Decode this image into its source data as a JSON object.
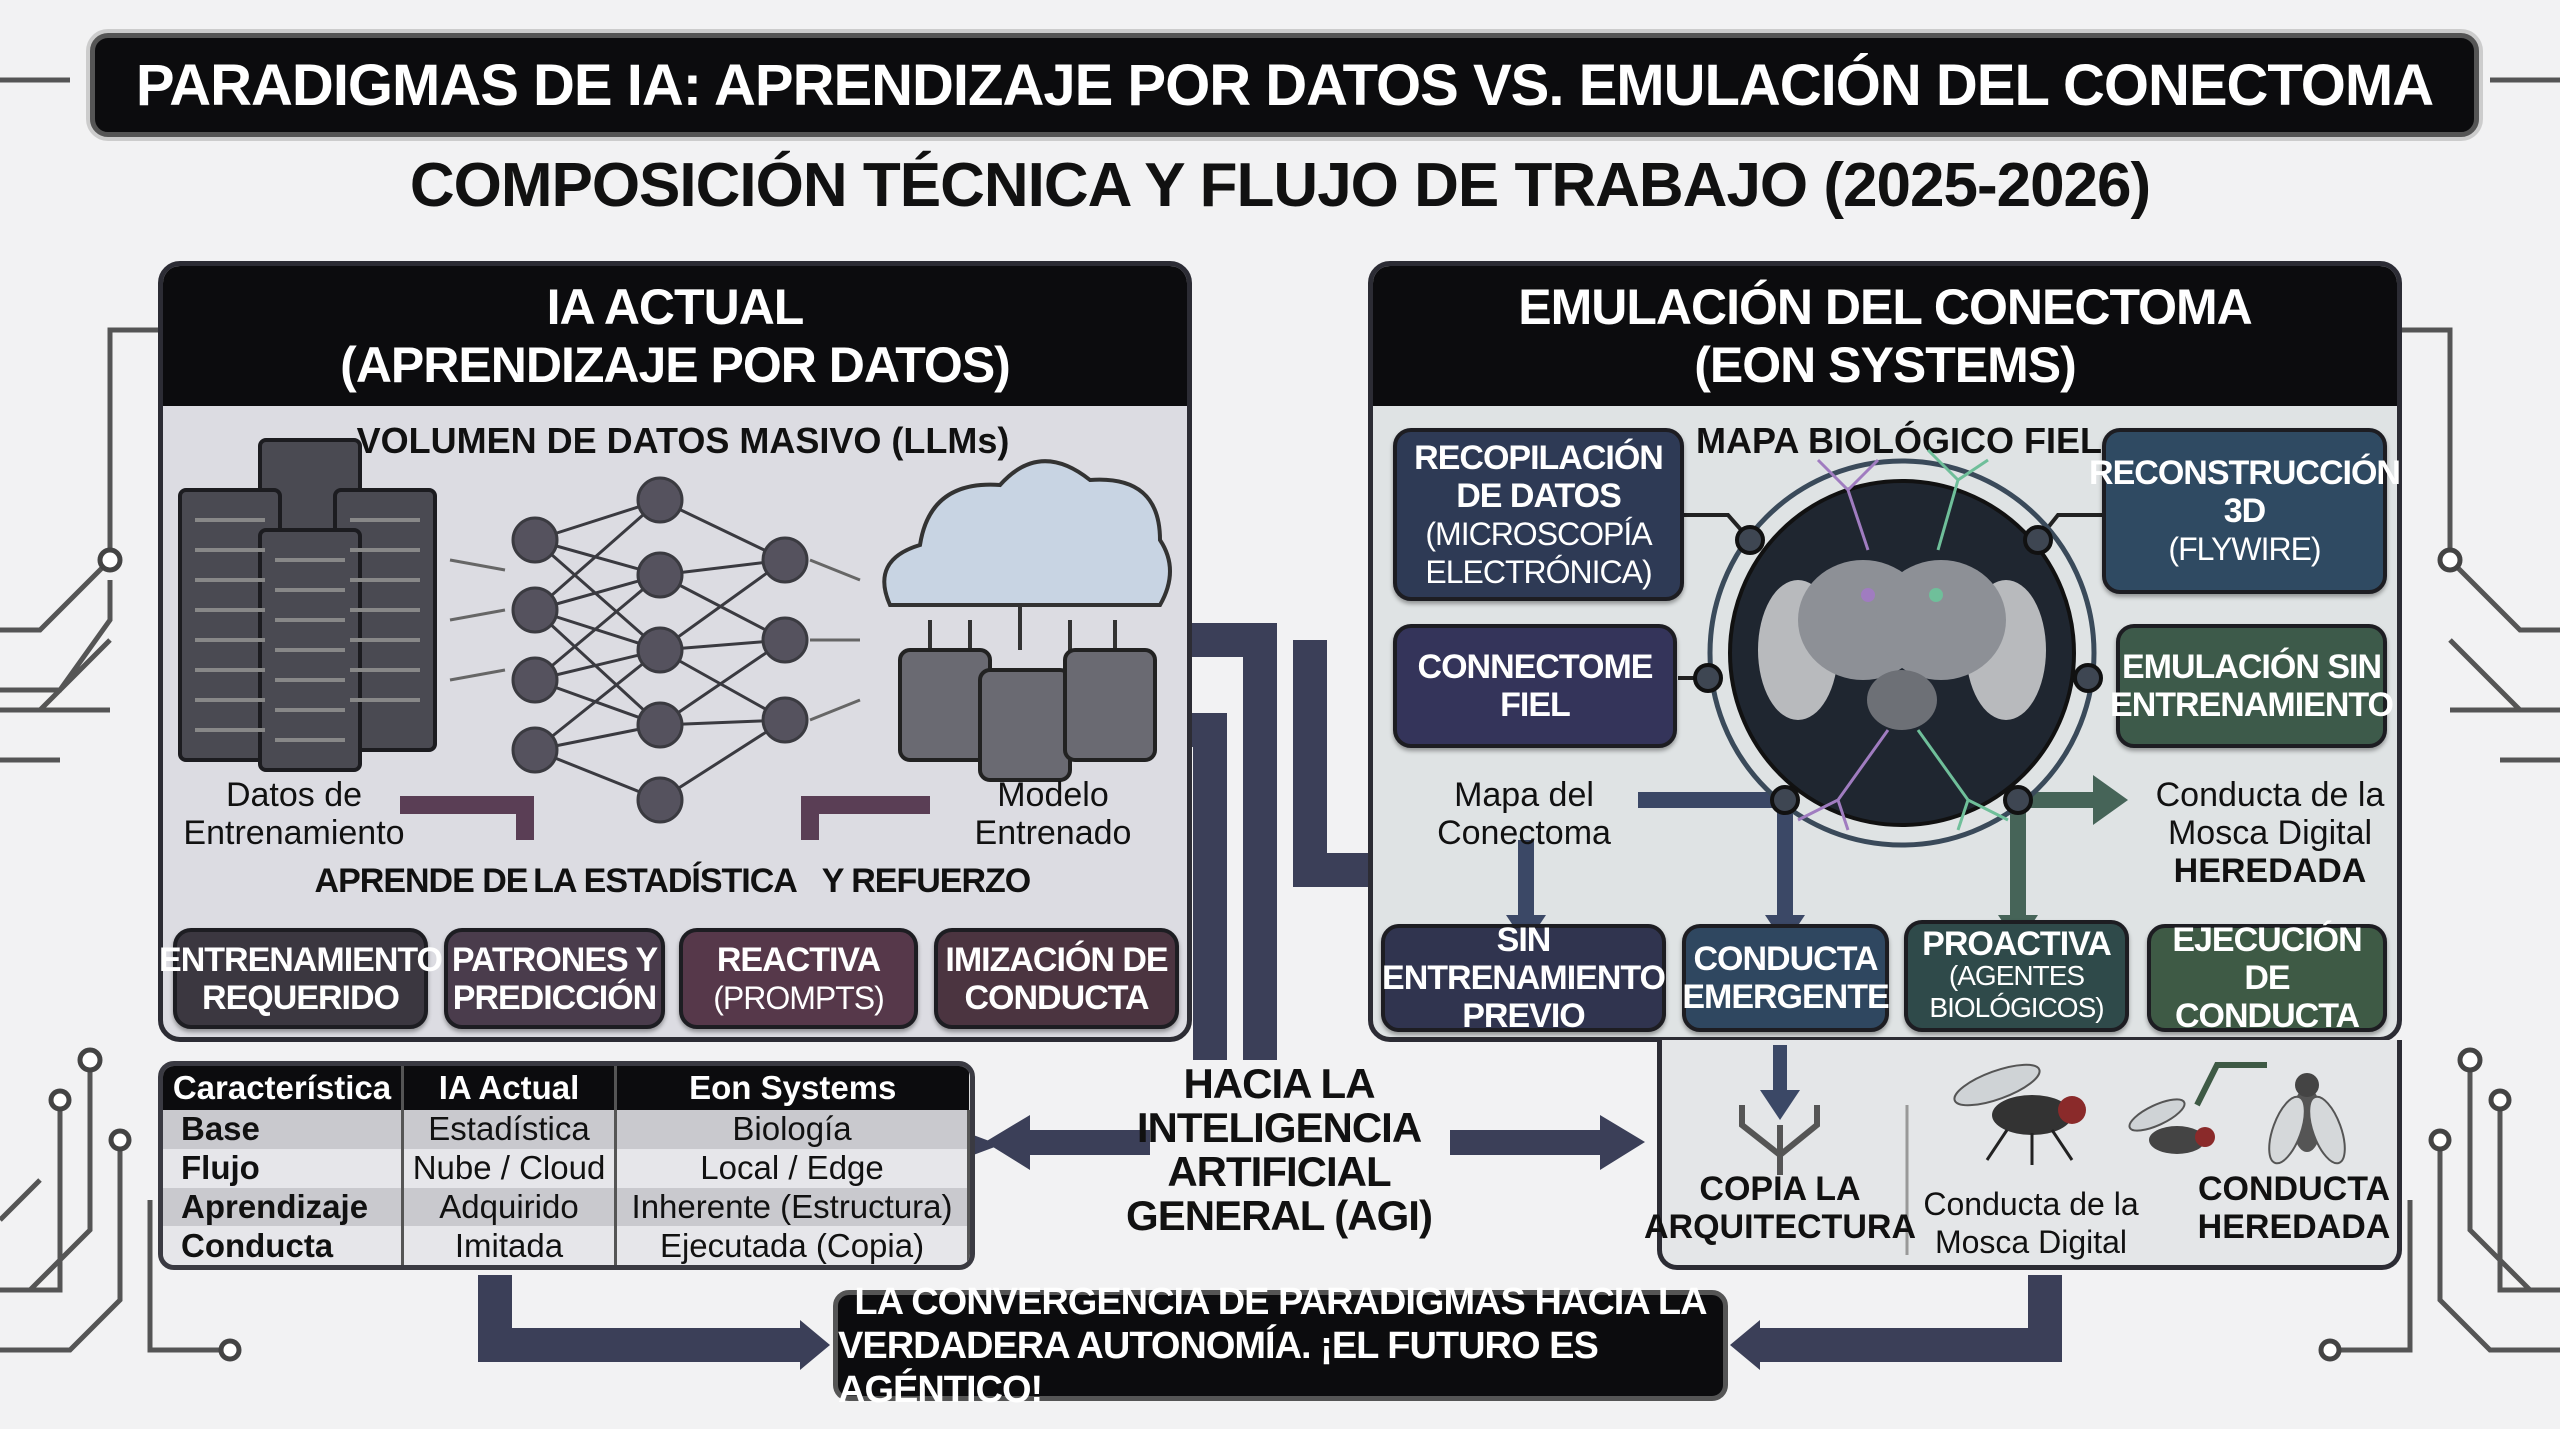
{
  "title": "PARADIGMAS DE IA: APRENDIZAJE POR DATOS VS. EMULACIÓN DEL CONECTOMA",
  "subtitle": "COMPOSICIÓN TÉCNICA Y FLUJO DE TRABAJO (2025-2026)",
  "left_panel": {
    "header_line1": "IA ACTUAL",
    "header_line2": "(APRENDIZAJE POR DATOS)",
    "section_title": "VOLUMEN DE DATOS MASIVO (LLMs)",
    "input_label_1": "Datos de",
    "input_label_2": "Entrenamiento",
    "output_label_1": "Modelo",
    "output_label_2": "Entrenado",
    "flow_1": "APRENDE DE",
    "flow_2": "LA ESTADÍSTICA",
    "flow_3": "Y REFUERZO",
    "boxes": [
      {
        "line1": "ENTRENAMIENTO",
        "line2": "REQUERIDO",
        "color": "#3b3740"
      },
      {
        "line1": "PATRONES Y",
        "line2": "PREDICCIÓN",
        "color": "#4a3c4c"
      },
      {
        "line1": "REACTIVA",
        "line2": "(PROMPTS)",
        "color": "#56384a"
      },
      {
        "line1": "IMIZACIÓN DE",
        "line2": "CONDUCTA",
        "color": "#4b3440"
      }
    ]
  },
  "right_panel": {
    "header_line1": "EMULACIÓN DEL CONECTOMA",
    "header_line2": "(EON SYSTEMS)",
    "section_title": "MAPA BIOLÓGICO FIEL",
    "box_recopilacion": {
      "line1": "RECOPILACIÓN",
      "line2": "DE DATOS",
      "line3": "(MICROSCOPÍA",
      "line4": "ELECTRÓNICA)"
    },
    "box_reconstruccion": {
      "line1": "RECONSTRUCCIÓN",
      "line2": "3D",
      "line3": "(FLYWIRE)"
    },
    "box_connectome": {
      "line1": "CONNECTOME",
      "line2": "FIEL"
    },
    "box_emulacion": {
      "line1": "EMULACIÓN SIN",
      "line2": "ENTRENAMIENTO"
    },
    "map_label_1": "Mapa del",
    "map_label_2": "Conectoma",
    "heredada_label_1": "Conducta de la",
    "heredada_label_2": "Mosca Digital",
    "heredada_label_3": "HEREDADA",
    "boxes": [
      {
        "line1": "SIN ENTRENAMIENTO",
        "line2": "PREVIO",
        "color": "#30344f"
      },
      {
        "line1": "CONDUCTA",
        "line2": "EMERGENTE",
        "color": "#2f4760"
      },
      {
        "line1": "PROACTIVA",
        "line2": "(AGENTES",
        "line3": "BIOLÓGICOS)",
        "color": "#2f4a4a"
      },
      {
        "line1": "EJECUCIÓN DE",
        "line2": "CONDUCTA",
        "color": "#3e5a45"
      }
    ],
    "bottom": {
      "copia_1": "COPIA LA",
      "copia_2": "ARQUITECTURA",
      "mosca_1": "Conducta de la",
      "mosca_2": "Mosca Digital",
      "heredada_1": "CONDUCTA",
      "heredada_2": "HEREDADA"
    }
  },
  "table": {
    "headers": [
      "Característica",
      "IA Actual",
      "Eon Systems"
    ],
    "rows": [
      [
        "Base",
        "Estadística",
        "Biología"
      ],
      [
        "Flujo",
        "Nube / Cloud",
        "Local / Edge"
      ],
      [
        "Aprendizaje",
        "Adquirido",
        "Inherente (Estructura)"
      ],
      [
        "Conducta",
        "Imitada",
        "Ejecutada (Copia)"
      ]
    ]
  },
  "center": {
    "line1": "HACIA LA",
    "line2": "INTELIGENCIA",
    "line3": "ARTIFICIAL",
    "line4": "GENERAL (AGI)"
  },
  "footer": {
    "line1": "LA CONVERGENCIA DE PARADIGMAS HACIA LA",
    "line2": "VERDADERA AUTONOMÍA. ¡EL FUTURO ES AGÉNTICO!"
  },
  "icons": [
    "server-rack-icon",
    "neural-network-icon",
    "cloud-database-icon",
    "fly-brain-icon",
    "fly-icon",
    "circuit-trace-icon"
  ]
}
